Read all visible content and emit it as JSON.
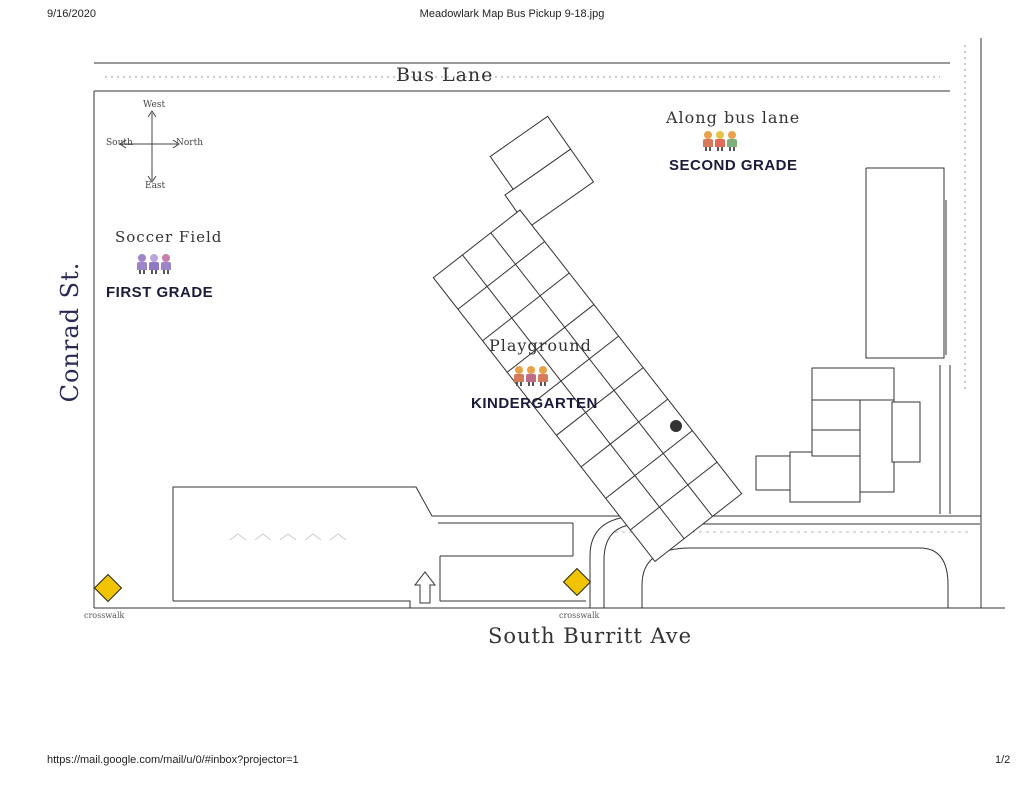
{
  "header": {
    "date": "9/16/2020",
    "title": "Meadowlark Map Bus Pickup 9-18.jpg"
  },
  "footer": {
    "url": "https://mail.google.com/mail/u/0/#inbox?projector=1",
    "page": "1/2"
  },
  "map": {
    "streets": {
      "bus_lane": "Bus Lane",
      "conrad": "Conrad St.",
      "burritt": "South Burritt Ave"
    },
    "compass": {
      "west": "West",
      "east": "East",
      "south": "South",
      "north": "North"
    },
    "zones": [
      {
        "place": "Soccer Field",
        "grade": "FIRST GRADE"
      },
      {
        "place": "Playground",
        "grade": "KINDERGARTEN"
      },
      {
        "place": "Along bus lane",
        "grade": "SECOND GRADE"
      }
    ],
    "crosswalks": [
      "crosswalk",
      "crosswalk"
    ],
    "colors": {
      "grade_text": "#1b1b3a",
      "sign_fill": "#f2c300",
      "kid_purple": "#9c86c9",
      "kid_orange": "#e8a24a"
    },
    "icons": [
      "compass-icon",
      "kids-icon",
      "crosswalk-sign-icon",
      "arrow-up-icon"
    ]
  }
}
